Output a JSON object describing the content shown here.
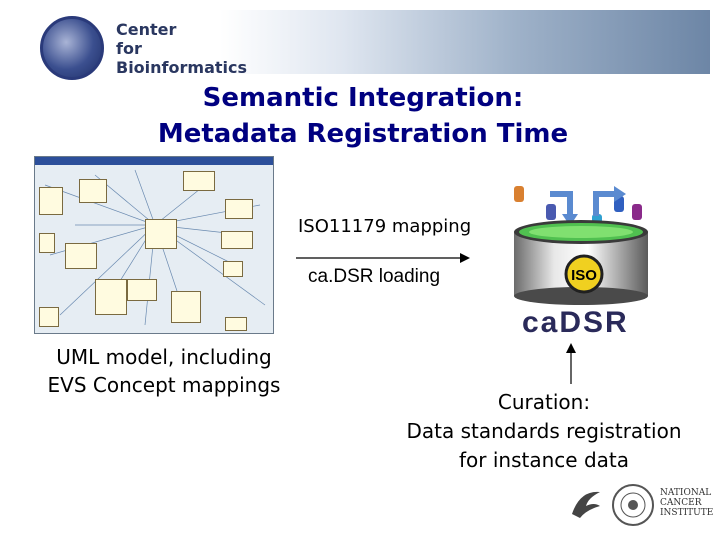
{
  "header": {
    "org_name": "Center\nfor\nBioinformatics",
    "title": "Semantic Integration:\nMetadata Registration Time"
  },
  "diagram": {
    "uml_caption": "UML model, including\nEVS Concept mappings",
    "iso_mapping_label": "ISO11179 mapping",
    "cadsr_loading_label": "ca.DSR loading",
    "iso_badge": "ISO",
    "cadsr_logo": "caDSR",
    "curation_text": "Curation:\nData standards registration\nfor instance data"
  },
  "footer": {
    "nci_logo": "NATIONAL\nCANCER\nINSTITUTE"
  },
  "colors": {
    "title": "#000080",
    "org_name": "#2a3760"
  }
}
